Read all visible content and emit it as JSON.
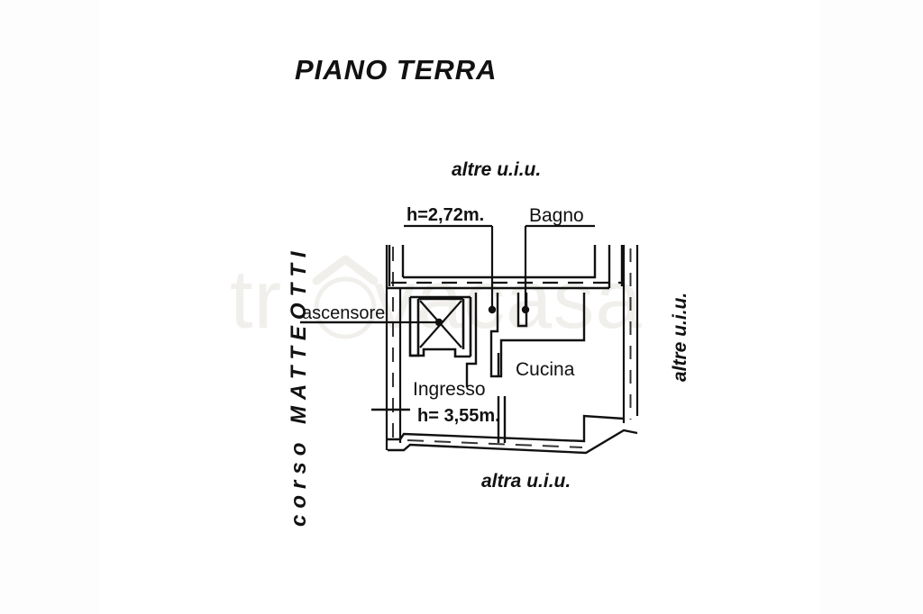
{
  "document": {
    "type": "floor-plan",
    "title": "PIANO TERRA",
    "language": "it"
  },
  "labels": {
    "title": "PIANO TERRA",
    "top_neighbour": "altre u.i.u.",
    "right_neighbour": "altre u.i.u.",
    "bottom_neighbour": "altra u.i.u.",
    "street": "corso  MATTEOTTI",
    "street_prefix": "corso",
    "street_name": "MATTEOTTI",
    "height_upper": "h=2,72m.",
    "bathroom": "Bagno",
    "elevator": "ascensore",
    "entrance": "Ingresso",
    "height_lower": "h= 3,55m.",
    "kitchen": "Cucina"
  },
  "measurements": {
    "ceiling_height_upper": "2,72 m",
    "ceiling_height_lower": "3,55 m"
  },
  "rooms": [
    {
      "name": "Bagno",
      "type": "bathroom"
    },
    {
      "name": "Cucina",
      "type": "kitchen"
    },
    {
      "name": "Ingresso",
      "type": "entrance"
    },
    {
      "name": "ascensore",
      "type": "elevator"
    }
  ],
  "watermark": {
    "text": "trovacasa",
    "color": "#f0efec"
  },
  "colors": {
    "ink": "#111111",
    "paper": "#ffffff",
    "page_margin": "#fdfdfd"
  }
}
